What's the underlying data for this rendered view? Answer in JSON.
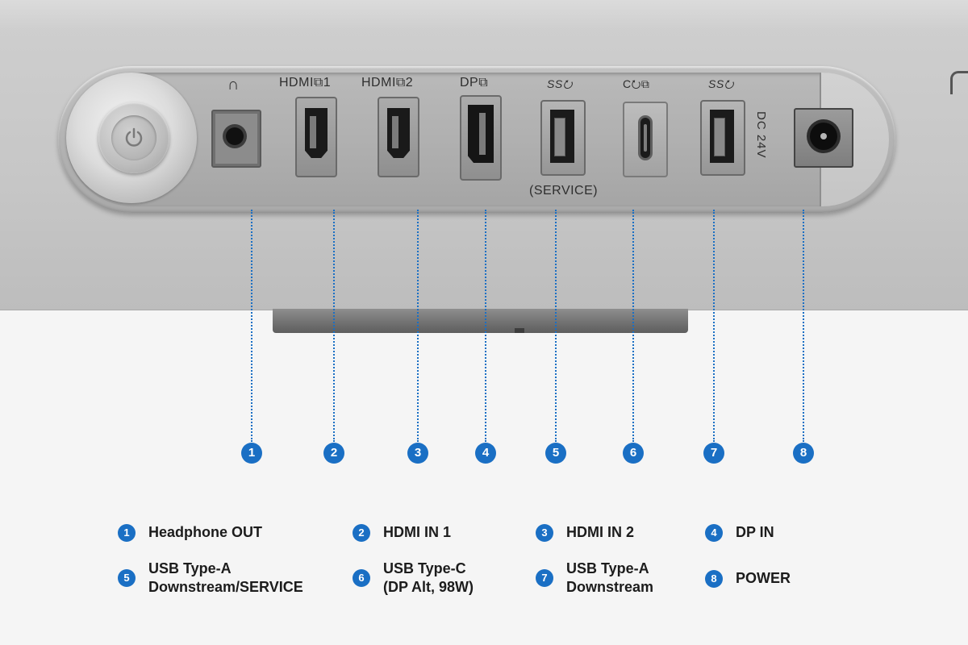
{
  "labels": {
    "headphone": "∩",
    "hdmi1": "HDMI⧉1",
    "hdmi2": "HDMI⧉2",
    "dp": "DP⧉",
    "usb_a1": "SS⭮",
    "service": "(SERVICE)",
    "usb_c": "C⭮⧉",
    "usb_a2": "SS⭮",
    "dc": "DC 24V"
  },
  "markers": [
    "1",
    "2",
    "3",
    "4",
    "5",
    "6",
    "7",
    "8"
  ],
  "legend": [
    {
      "num": "1",
      "text": "Headphone OUT"
    },
    {
      "num": "2",
      "text": "HDMI IN 1"
    },
    {
      "num": "3",
      "text": "HDMI IN 2"
    },
    {
      "num": "4",
      "text": "DP IN"
    },
    {
      "num": "5",
      "text": "USB Type-A\nDownstream/SERVICE"
    },
    {
      "num": "6",
      "text": "USB Type-C\n(DP Alt, 98W)"
    },
    {
      "num": "7",
      "text": "USB Type-A\nDownstream"
    },
    {
      "num": "8",
      "text": "POWER"
    }
  ],
  "colors": {
    "accent": "#1a6fc4"
  }
}
